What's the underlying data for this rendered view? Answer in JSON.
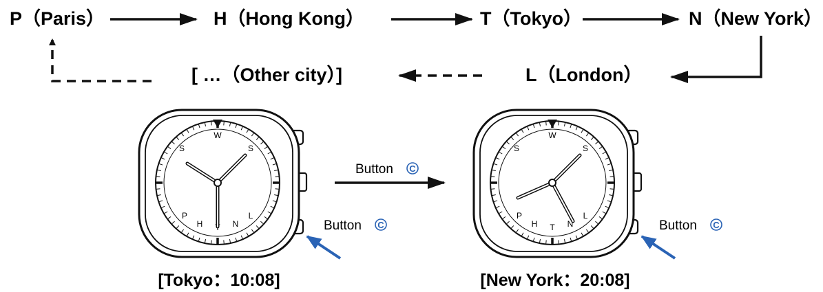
{
  "cities": {
    "paris": "P（Paris）",
    "hongkong": "H（Hong Kong）",
    "tokyo": "T（Tokyo）",
    "newyork": "N（New York）",
    "london": "L（London）",
    "other": "[ …（Other city）]"
  },
  "buttons": {
    "label": "Button",
    "symbol": "C"
  },
  "watches": [
    {
      "caption": "[Tokyo：10:08]",
      "dial_letters": [
        "W",
        "S",
        "S",
        "P",
        "H",
        "T",
        "N",
        "L"
      ]
    },
    {
      "caption": "[New York：20:08]",
      "dial_letters": [
        "W",
        "S",
        "S",
        "P",
        "H",
        "T",
        "N",
        "L"
      ]
    }
  ],
  "colors": {
    "ink": "#111111",
    "accent_blue": "#2a63b5"
  }
}
